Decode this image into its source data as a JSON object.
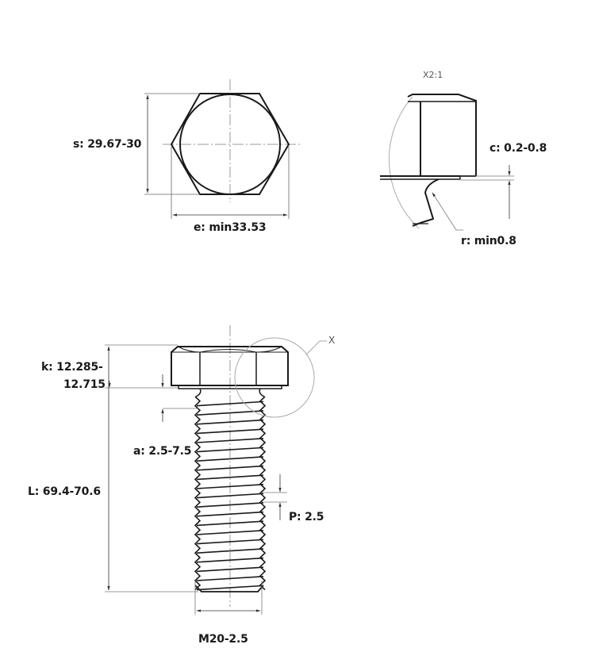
{
  "drawing": {
    "subject": "Hex bolt M20-2.5 technical drawing",
    "top_view": {
      "s_label": "s: 29.67-30",
      "e_label": "e: min33.53"
    },
    "detail_view": {
      "scale_label": "X2:1",
      "c_label": "c: 0.2-0.8",
      "r_label": "r: min0.8"
    },
    "side_view": {
      "detail_marker": "X",
      "k_label_line1": "k: 12.285-",
      "k_label_line2": "12.715",
      "a_label": "a: 2.5-7.5",
      "L_label": "L:  69.4-70.6",
      "P_label": "P: 2.5",
      "thread_label": "M20-2.5"
    },
    "colors": {
      "line": "#1a1a1a",
      "dim_line": "#555555",
      "center_line": "#999999",
      "detail_circle": "#aaaaaa"
    }
  }
}
